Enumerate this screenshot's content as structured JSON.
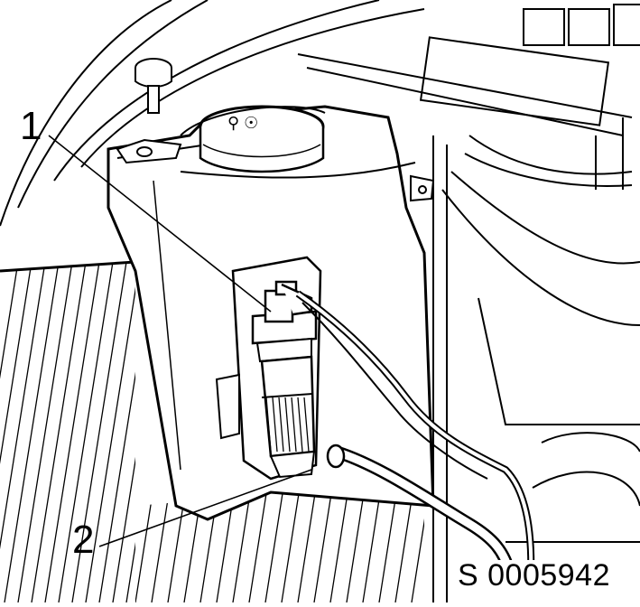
{
  "figure": {
    "callouts": [
      {
        "number": "1",
        "target": "connector-plug"
      },
      {
        "number": "2",
        "target": "washer-pump"
      }
    ],
    "reference_code": "S 0005942"
  },
  "colors": {
    "ink": "#000000",
    "paper": "#ffffff"
  }
}
